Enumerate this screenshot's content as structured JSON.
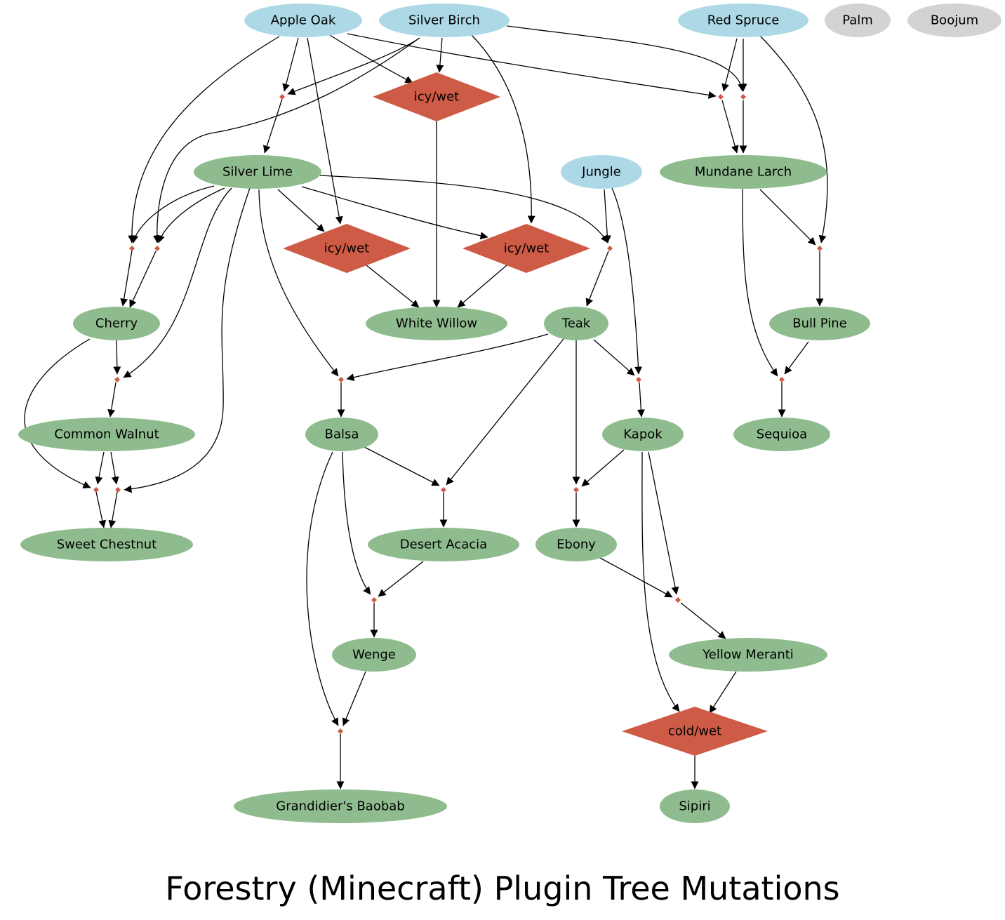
{
  "title": "Forestry (Minecraft) Plugin Tree Mutations",
  "colors": {
    "base_species": "#add8e6",
    "derived_species": "#8fbc8f",
    "unused_species": "#d3d3d3",
    "condition": "#cd5b45",
    "junction": "#cd5b45",
    "edge": "#000000"
  },
  "nodes": [
    {
      "id": "apple_oak",
      "label": "Apple Oak",
      "kind": "base"
    },
    {
      "id": "silver_birch",
      "label": "Silver Birch",
      "kind": "base"
    },
    {
      "id": "red_spruce",
      "label": "Red Spruce",
      "kind": "base"
    },
    {
      "id": "palm",
      "label": "Palm",
      "kind": "unused"
    },
    {
      "id": "boojum",
      "label": "Boojum",
      "kind": "unused"
    },
    {
      "id": "jungle",
      "label": "Jungle",
      "kind": "base"
    },
    {
      "id": "silver_lime",
      "label": "Silver Lime",
      "kind": "derived"
    },
    {
      "id": "mundane_larch",
      "label": "Mundane Larch",
      "kind": "derived"
    },
    {
      "id": "cherry",
      "label": "Cherry",
      "kind": "derived"
    },
    {
      "id": "white_willow",
      "label": "White Willow",
      "kind": "derived"
    },
    {
      "id": "teak",
      "label": "Teak",
      "kind": "derived"
    },
    {
      "id": "bull_pine",
      "label": "Bull Pine",
      "kind": "derived"
    },
    {
      "id": "common_walnut",
      "label": "Common Walnut",
      "kind": "derived"
    },
    {
      "id": "balsa",
      "label": "Balsa",
      "kind": "derived"
    },
    {
      "id": "kapok",
      "label": "Kapok",
      "kind": "derived"
    },
    {
      "id": "sequoia",
      "label": "Sequioa",
      "kind": "derived"
    },
    {
      "id": "sweet_chestnut",
      "label": "Sweet Chestnut",
      "kind": "derived"
    },
    {
      "id": "desert_acacia",
      "label": "Desert Acacia",
      "kind": "derived"
    },
    {
      "id": "ebony",
      "label": "Ebony",
      "kind": "derived"
    },
    {
      "id": "wenge",
      "label": "Wenge",
      "kind": "derived"
    },
    {
      "id": "yellow_meranti",
      "label": "Yellow Meranti",
      "kind": "derived"
    },
    {
      "id": "grandidiers_baobab",
      "label": "Grandidier's Baobab",
      "kind": "derived"
    },
    {
      "id": "sipiri",
      "label": "Sipiri",
      "kind": "derived"
    },
    {
      "id": "cond_willow_1",
      "label": "icy/wet",
      "kind": "condition"
    },
    {
      "id": "cond_willow_2",
      "label": "icy/wet",
      "kind": "condition"
    },
    {
      "id": "cond_willow_3",
      "label": "icy/wet",
      "kind": "condition"
    },
    {
      "id": "cond_sipiri",
      "label": "cold/wet",
      "kind": "condition"
    }
  ],
  "mutations": [
    {
      "parents": [
        "apple_oak",
        "silver_birch"
      ],
      "result": "silver_lime"
    },
    {
      "parents": [
        "apple_oak",
        "silver_birch"
      ],
      "via": "cond_willow_1",
      "result": "white_willow"
    },
    {
      "parents": [
        "silver_lime",
        "apple_oak"
      ],
      "via": "cond_willow_2",
      "result": "white_willow"
    },
    {
      "parents": [
        "silver_lime",
        "silver_birch"
      ],
      "via": "cond_willow_3",
      "result": "white_willow"
    },
    {
      "parents": [
        "apple_oak",
        "red_spruce"
      ],
      "result": "mundane_larch"
    },
    {
      "parents": [
        "silver_birch",
        "red_spruce"
      ],
      "result": "mundane_larch"
    },
    {
      "parents": [
        "apple_oak",
        "silver_lime"
      ],
      "result": "cherry"
    },
    {
      "parents": [
        "silver_birch",
        "silver_lime"
      ],
      "result": "cherry"
    },
    {
      "parents": [
        "silver_lime",
        "jungle"
      ],
      "result": "teak"
    },
    {
      "parents": [
        "mundane_larch",
        "red_spruce"
      ],
      "result": "bull_pine"
    },
    {
      "parents": [
        "cherry",
        "silver_lime"
      ],
      "result": "common_walnut"
    },
    {
      "parents": [
        "silver_lime",
        "teak"
      ],
      "result": "balsa"
    },
    {
      "parents": [
        "teak",
        "jungle"
      ],
      "result": "kapok"
    },
    {
      "parents": [
        "mundane_larch",
        "bull_pine"
      ],
      "result": "sequoia"
    },
    {
      "parents": [
        "cherry",
        "common_walnut"
      ],
      "result": "sweet_chestnut"
    },
    {
      "parents": [
        "common_walnut",
        "silver_lime"
      ],
      "result": "sweet_chestnut"
    },
    {
      "parents": [
        "balsa",
        "teak"
      ],
      "result": "desert_acacia"
    },
    {
      "parents": [
        "teak",
        "kapok"
      ],
      "result": "ebony"
    },
    {
      "parents": [
        "balsa",
        "desert_acacia"
      ],
      "result": "wenge"
    },
    {
      "parents": [
        "ebony",
        "kapok"
      ],
      "result": "yellow_meranti"
    },
    {
      "parents": [
        "balsa",
        "wenge"
      ],
      "result": "grandidiers_baobab"
    },
    {
      "parents": [
        "yellow_meranti",
        "kapok"
      ],
      "via": "cond_sipiri",
      "result": "sipiri"
    }
  ]
}
